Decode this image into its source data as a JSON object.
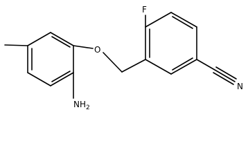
{
  "molecule": {
    "atoms": {
      "fluorine": "F",
      "oxygen": "O",
      "nitrogen": "N",
      "amine_n": "NH",
      "amine_sub": "2"
    }
  }
}
